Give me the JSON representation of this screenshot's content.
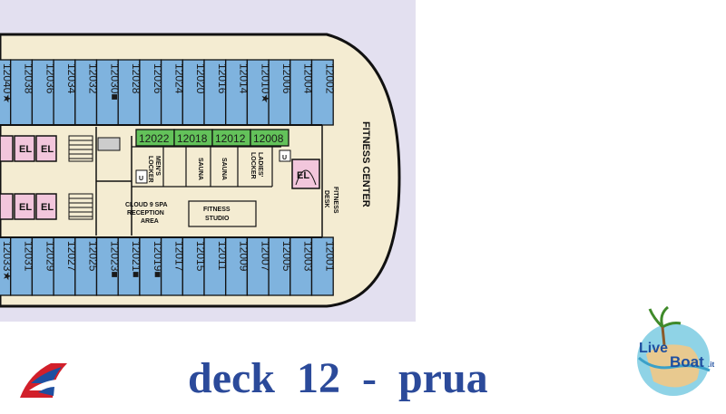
{
  "caption": {
    "title": "deck  12  -  prua"
  },
  "cabins": {
    "top_row": [
      "12040★",
      "12038",
      "12036",
      "12034",
      "12032",
      "12030■",
      "12028",
      "12026",
      "12024",
      "12020",
      "12016",
      "12014",
      "12010★",
      "12006",
      "12004",
      "12002"
    ],
    "bottom_row": [
      "12033★",
      "12031",
      "12029",
      "12027",
      "12025",
      "12023■",
      "12021■",
      "12019■",
      "12017",
      "12015",
      "12011",
      "12009",
      "12007",
      "12005",
      "12003",
      "12001"
    ],
    "green_row": [
      "12022",
      "12018",
      "12012",
      "12008"
    ]
  },
  "labels": {
    "fitness_center": "FITNESS CENTER",
    "fitness_desk_1": "FITNESS",
    "fitness_desk_2": "DESK",
    "spa_1": "CLOUD 9 SPA",
    "spa_2": "RECEPTION",
    "spa_3": "AREA",
    "studio_1": "FITNESS",
    "studio_2": "STUDIO",
    "mens_1": "MEN'S",
    "mens_2": "LOCKER",
    "sauna_a": "SAUNA",
    "sauna_b": "SAUNA",
    "ladies_1": "LADIES'",
    "ladies_2": "LOCKER",
    "elevator": "EL",
    "restroom": "U"
  },
  "logos": {
    "carnival": "carnival-funnel-logo",
    "liveboat_1": "Live",
    "liveboat_2": "Boat",
    "liveboat_3": ".it"
  },
  "colors": {
    "cabin": "#7fb3de",
    "green_cabin": "#63c25a",
    "elevator": "#f2c6dc",
    "hull": "#f4ecd2",
    "background": "#e3e0f0",
    "title": "#2b4a9a"
  }
}
